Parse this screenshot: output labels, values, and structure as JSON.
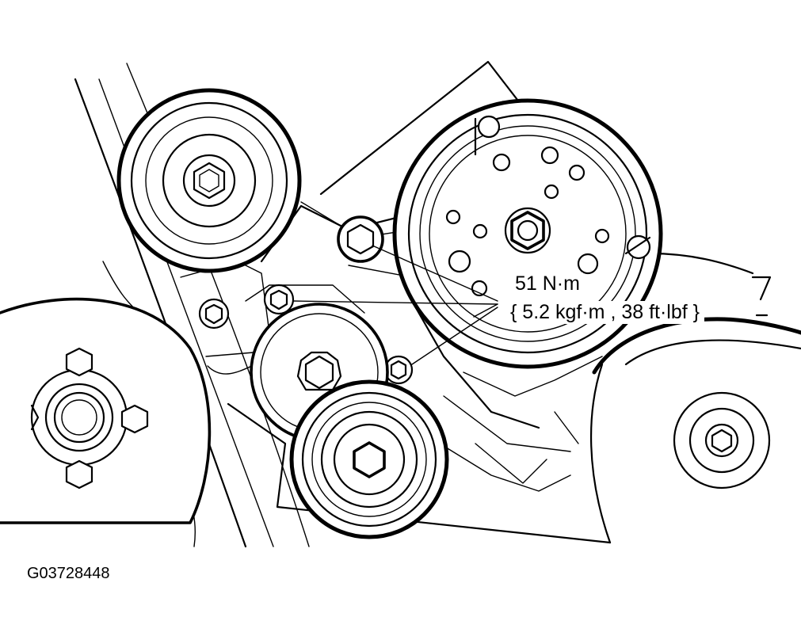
{
  "figure": {
    "id": "G03728448",
    "torque_value": "51 N·m",
    "torque_alternates": "{ 5.2 kgf·m , 38 ft·lbf }"
  }
}
